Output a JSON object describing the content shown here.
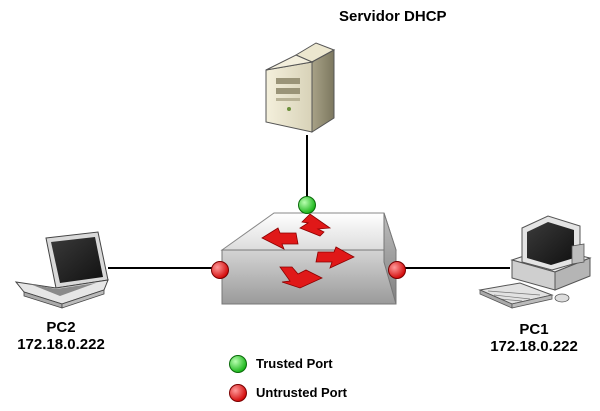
{
  "server": {
    "label": "Servidor DHCP",
    "icon": "server-tower-icon"
  },
  "pc1": {
    "name": "PC1",
    "ip": "172.18.0.222",
    "icon": "desktop-computer-icon"
  },
  "pc2": {
    "name": "PC2",
    "ip": "172.18.0.222",
    "icon": "laptop-icon"
  },
  "switch": {
    "icon": "network-switch-icon"
  },
  "ports": {
    "trusted_color": "#22cc22",
    "untrusted_color": "#e00000"
  },
  "legend": {
    "trusted": {
      "label": "Trusted Port",
      "color": "#22cc22"
    },
    "untrusted": {
      "label": "Untrusted Port",
      "color": "#e00000"
    }
  }
}
